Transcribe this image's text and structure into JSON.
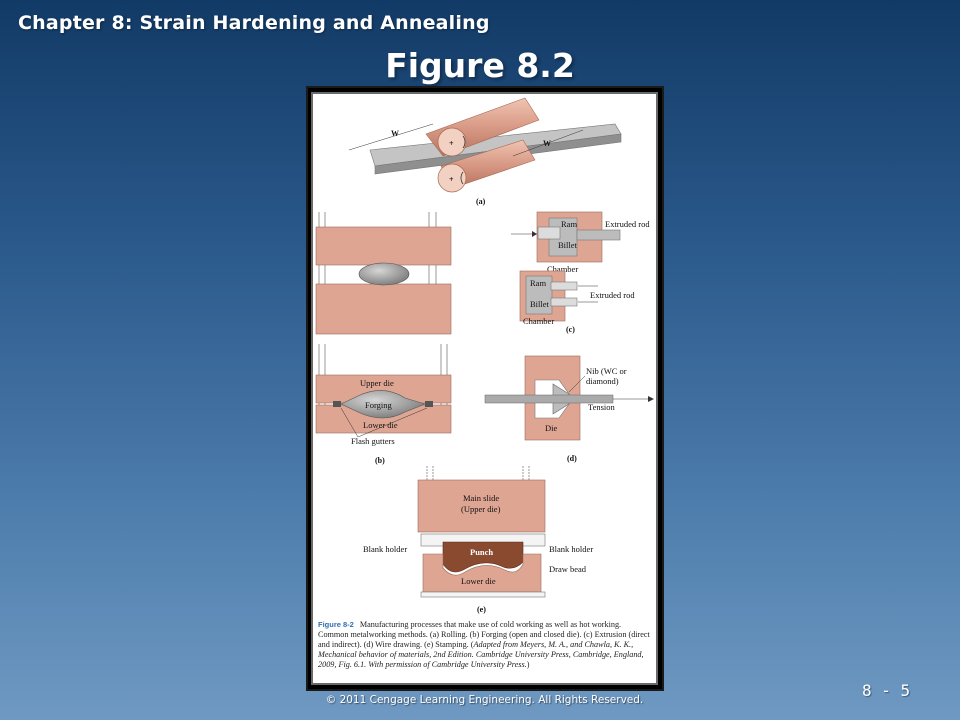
{
  "header": {
    "chapter": "Chapter 8: Strain Hardening and Annealing",
    "title": "Figure 8.2"
  },
  "figure": {
    "rolling": {
      "w1": "W",
      "w2": "W",
      "plus1": "+",
      "plus2": "+",
      "part": "(a)"
    },
    "forging": {
      "upper_die": "Upper die",
      "forging": "Forging",
      "lower_die": "Lower die",
      "flash_gutters": "Flash gutters",
      "part": "(b)"
    },
    "extrusion": {
      "ram": "Ram",
      "billet": "Billet",
      "extruded_rod": "Extruded rod",
      "chamber": "Chamber",
      "ram2": "Ram",
      "billet2": "Billet",
      "extruded_rod2": "Extruded rod",
      "chamber2": "Chamber",
      "part": "(c)"
    },
    "drawing": {
      "nib_line1": "Nib (WC or",
      "nib_line2": "diamond)",
      "tension": "Tension",
      "die": "Die",
      "part": "(d)"
    },
    "stamping": {
      "main_slide": "Main slide",
      "upper_die": "(Upper die)",
      "blank_holder_left": "Blank holder",
      "blank_holder_right": "Blank holder",
      "punch": "Punch",
      "draw_bead": "Draw bead",
      "lower_die": "Lower die",
      "part": "(e)"
    },
    "caption": {
      "label": "Figure 8-2",
      "text": "Manufacturing processes that make use of cold working as well as hot working. Common metalworking methods. (a) Rolling. (b) Forging (open and closed die). (c) Extrusion (direct and indirect). (d) Wire drawing. (e) Stamping. (",
      "italic": "Adapted from Meyers, M. A., and Chawla, K. K., Mechanical behavior of materials, 2nd Edition. Cambridge University Press, Cambridge, England, 2009, Fig. 6.1. With permission of Cambridge University Press.",
      "end": ")"
    }
  },
  "footer": {
    "copyright": "© 2011 Cengage Learning Engineering. All Rights Reserved.",
    "page": "8 - 5"
  },
  "colors": {
    "die": "#dfa593",
    "metal": "#9a9a9a",
    "punch": "#8a4a30",
    "caption_label": "#2f6fb5"
  }
}
